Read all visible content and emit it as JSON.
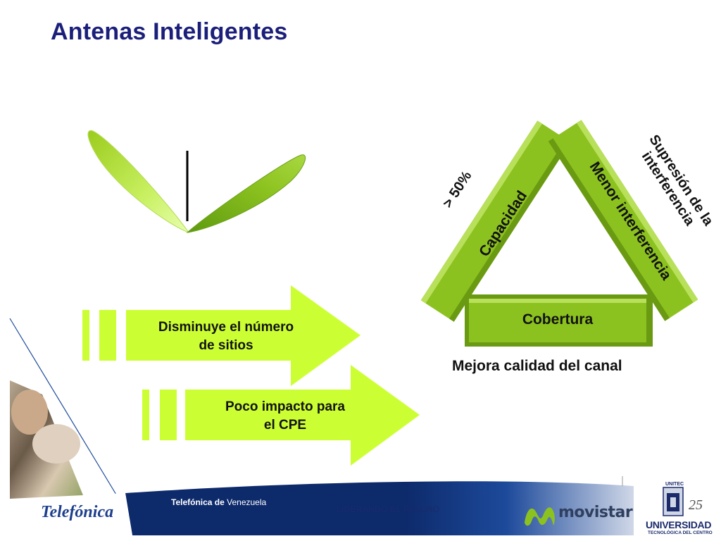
{
  "slide": {
    "title": "Antenas Inteligentes"
  },
  "arrows": [
    {
      "text_line1": "Disminuye el número",
      "text_line2": "de sitios"
    },
    {
      "text_line1": "Poco impacto para",
      "text_line2": "el CPE"
    }
  ],
  "triangle": {
    "left_side": "Capacidad",
    "right_side": "Menor interferencia",
    "base": "Cobertura",
    "left_note": "> 50%",
    "right_note_line1": "Supresión de la",
    "right_note_line2": "interferencia",
    "caption": "Mejora calidad del canal"
  },
  "footer": {
    "brand_bold": "Telefónica de",
    "brand_regular": " Venezuela",
    "slogan": "LIDERANDO EL FUTURO",
    "telefonica_logo": "Telefónica",
    "movistar": "movistar",
    "university_small": "UNITEC",
    "university": "UNIVERSIDAD",
    "university_sub": "TECNOLÓGICA DEL CENTRO",
    "anniversary": "25"
  },
  "colors": {
    "title": "#1b1f7a",
    "arrow_green": "#ccff33",
    "triangle_green": "#8cc21f",
    "triangle_light": "#b8e05a",
    "footer_blue": "#0d2a6b"
  }
}
